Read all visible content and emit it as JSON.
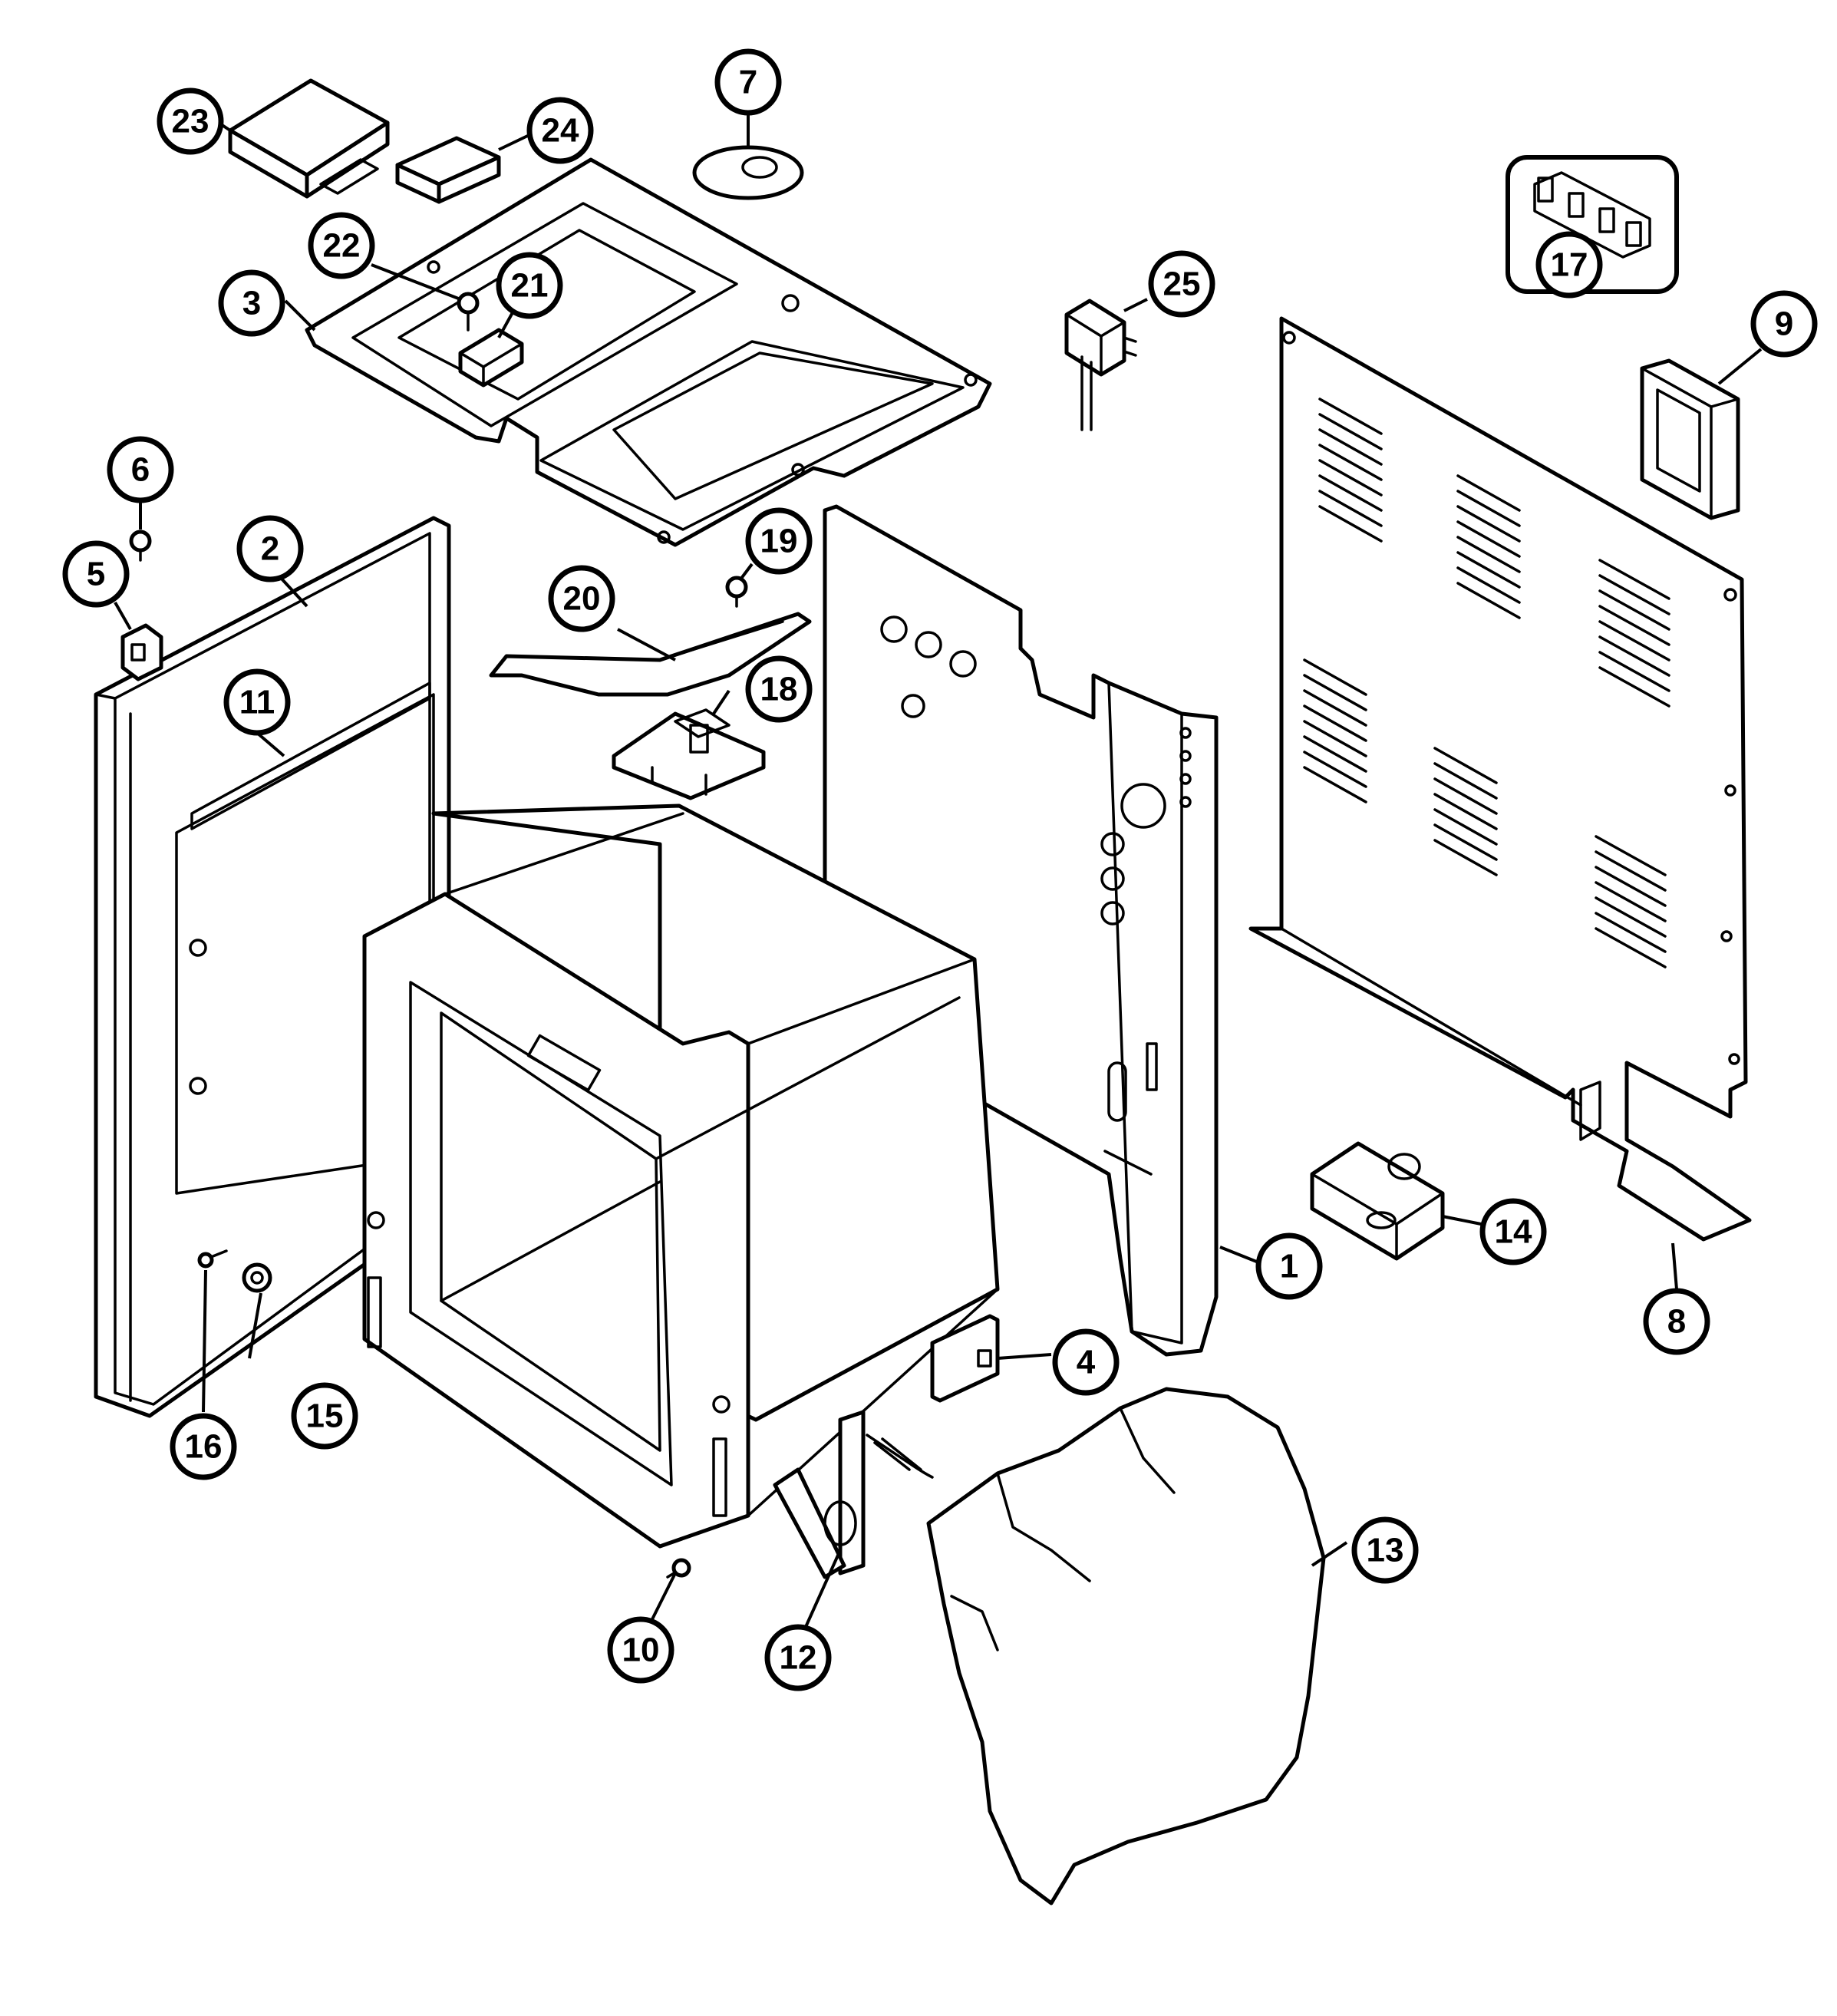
{
  "callouts": {
    "c1": "1",
    "c2": "2",
    "c3": "3",
    "c4": "4",
    "c5": "5",
    "c6": "6",
    "c7": "7",
    "c8": "8",
    "c9": "9",
    "c10": "10",
    "c11": "11",
    "c12": "12",
    "c13": "13",
    "c14": "14",
    "c15": "15",
    "c16": "16",
    "c17": "17",
    "c18": "18",
    "c19": "19",
    "c20": "20",
    "c21": "21",
    "c22": "22",
    "c23": "23",
    "c24": "24",
    "c25": "25"
  },
  "colors": {
    "line": "#000000",
    "background": "#ffffff"
  }
}
